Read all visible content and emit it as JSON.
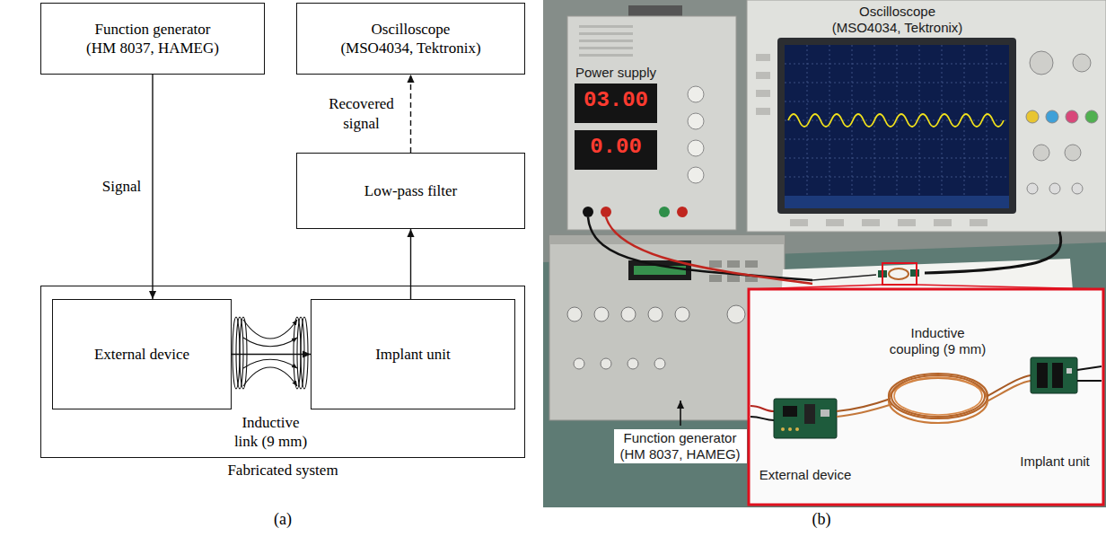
{
  "diagram": {
    "nodes": [
      {
        "text": [
          "Function generator (HM 8037, HAMEG)"
        ]
      },
      {
        "text": [
          "Oscilloscope (MSO4034, Tektronix)"
        ]
      },
      {
        "text": [
          "Low-pass filter"
        ]
      },
      {
        "text": [
          "Fabricated system"
        ]
      },
      {
        "text": [
          "External device"
        ],
        "in": 3
      },
      {
        "text": [
          "Implant unit"
        ],
        "in": 3
      }
    ],
    "edges": [
      {
        "from": 0,
        "to": 4,
        "arrow": "to",
        "label": "Signal"
      },
      {
        "from": 5,
        "to": 2,
        "arrow": "to"
      },
      {
        "from": 2,
        "to": 1,
        "arrow": "to",
        "label": "Recovered signal"
      },
      {
        "from": 4,
        "to": 5,
        "arrow": "to",
        "label": "Inductive link (9 mm)"
      }
    ],
    "labels": [
      "(a)",
      "Oscilloscope (MSO4034, Tektronix)",
      "Power supply",
      "03.00",
      "0.00",
      "Function generator (HM 8037, HAMEG)",
      "Inductive coupling (9 mm)",
      "External device",
      "Implant unit",
      "(b)"
    ]
  }
}
